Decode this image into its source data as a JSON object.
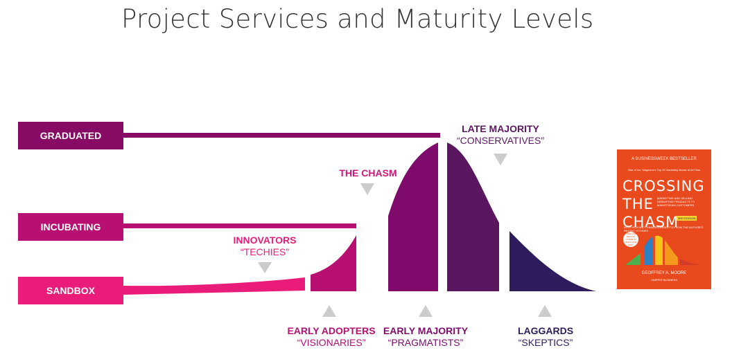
{
  "title": "Project Services and Maturity Levels",
  "levels": {
    "graduated": {
      "label": "GRADUATED",
      "color": "#870a64"
    },
    "incubating": {
      "label": "INCUBATING",
      "color": "#b80f72"
    },
    "sandbox": {
      "label": "SANDBOX",
      "color": "#e91d79"
    }
  },
  "segments": {
    "innovators": {
      "name": "INNOVATORS",
      "alias": "“TECHIES”",
      "color": "#e91d79"
    },
    "chasm": {
      "name": "THE CHASM",
      "color": "#d1157a"
    },
    "early_adopters": {
      "name": "EARLY ADOPTERS",
      "alias": "“VISIONARIES”",
      "color": "#b80f72"
    },
    "early_majority": {
      "name": "EARLY MAJORITY",
      "alias": "“PRAGMATISTS”",
      "color": "#7e0b6b"
    },
    "late_majority": {
      "name": "LATE MAJORITY",
      "alias": "“CONSERVATIVES”",
      "color": "#5a1760"
    },
    "laggards": {
      "name": "LAGGARDS",
      "alias": "“SKEPTICS”",
      "color": "#2f1c5c"
    }
  },
  "marker_color": "#cccccc",
  "book": {
    "kicker": "A BUSINESSWEEK BESTSELLER",
    "small": "One of Inc. Magazine's Top 10 Marketing Books of All Time",
    "title_lines": [
      "CROSSING",
      "THE",
      "CHASM"
    ],
    "description": "MARKETING AND SELLING DISRUPTIVE PRODUCTS TO MAINSTREAM CUSTOMERS",
    "edition": "3RD EDITION",
    "more": "WITH NEW AND CHANGED INSIGHTS FROM THE AUTHOR'S RECENT STORIES",
    "sticker": "OVER ONE MILLION COPIES IN PRINT NOW ONLY",
    "author": "GEOFFREY A. MOORE",
    "publisher": "HARPER BUSINESS",
    "color": "#e8491d"
  }
}
